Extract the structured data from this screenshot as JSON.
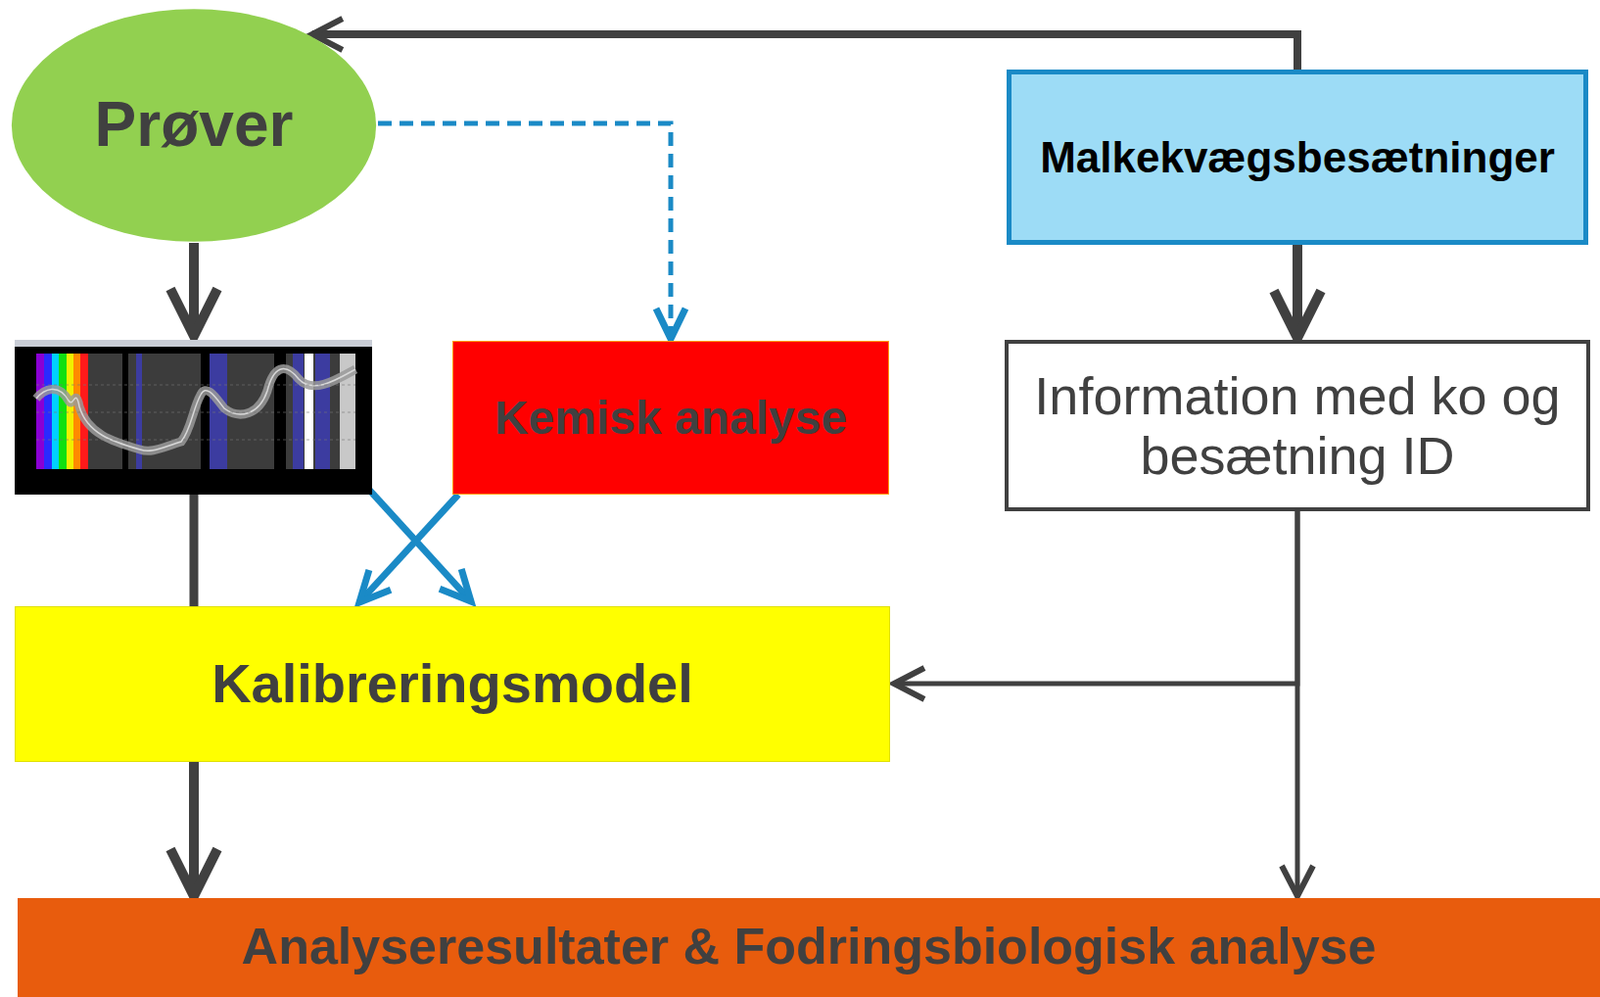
{
  "diagram": {
    "nodes": [
      {
        "text": [
          "Prøver"
        ]
      },
      {
        "text": [
          "Malkekvægsbesætninger"
        ]
      },
      {
        "text": [
          "Kemisk analyse"
        ]
      },
      {
        "text": [
          "Information med ko og besætning ID"
        ]
      },
      {
        "text": [
          "Kalibreringsmodel"
        ]
      },
      {
        "text": [
          "Analyseresultater & Fodringsbiologisk analyse"
        ]
      }
    ],
    "edges": [
      {
        "from": 1,
        "to": 0,
        "arrow": "to"
      },
      {
        "from": 0,
        "to": 2,
        "arrow": "to"
      },
      {
        "from": 1,
        "to": 3,
        "arrow": "to"
      },
      {
        "from": 3,
        "to": 4,
        "arrow": "to"
      },
      {
        "from": 3,
        "to": 5,
        "arrow": "to"
      },
      {
        "from": 2,
        "to": 4,
        "arrow": "to"
      },
      {
        "from": 4,
        "to": 5,
        "arrow": "to"
      }
    ]
  }
}
